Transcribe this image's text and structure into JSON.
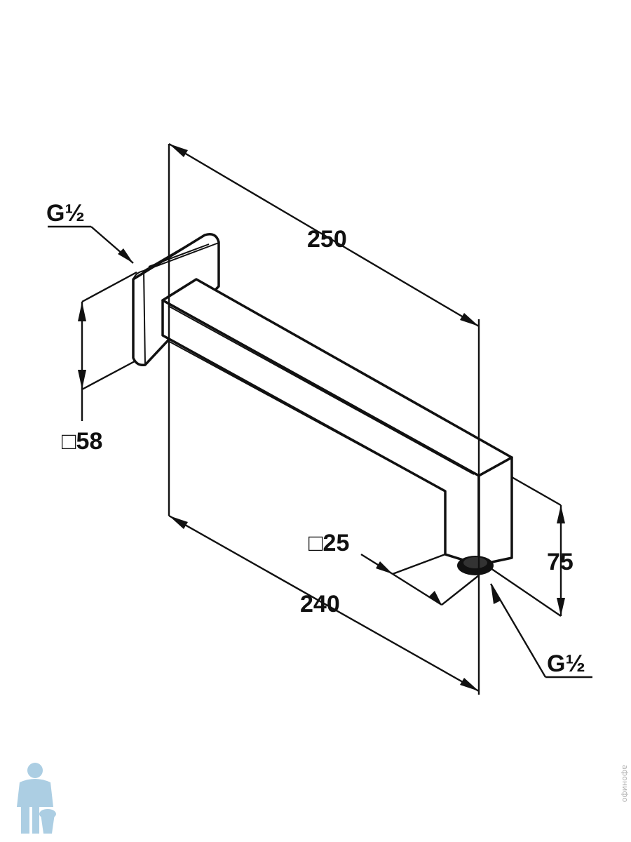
{
  "dimensions": {
    "thread_top": "G½",
    "flange_square": "□58",
    "length_overall": "250",
    "tube_square": "□25",
    "length_lower": "240",
    "drop_height": "75",
    "thread_outlet": "G½"
  },
  "watermark": {
    "side_text": "афонифо"
  }
}
